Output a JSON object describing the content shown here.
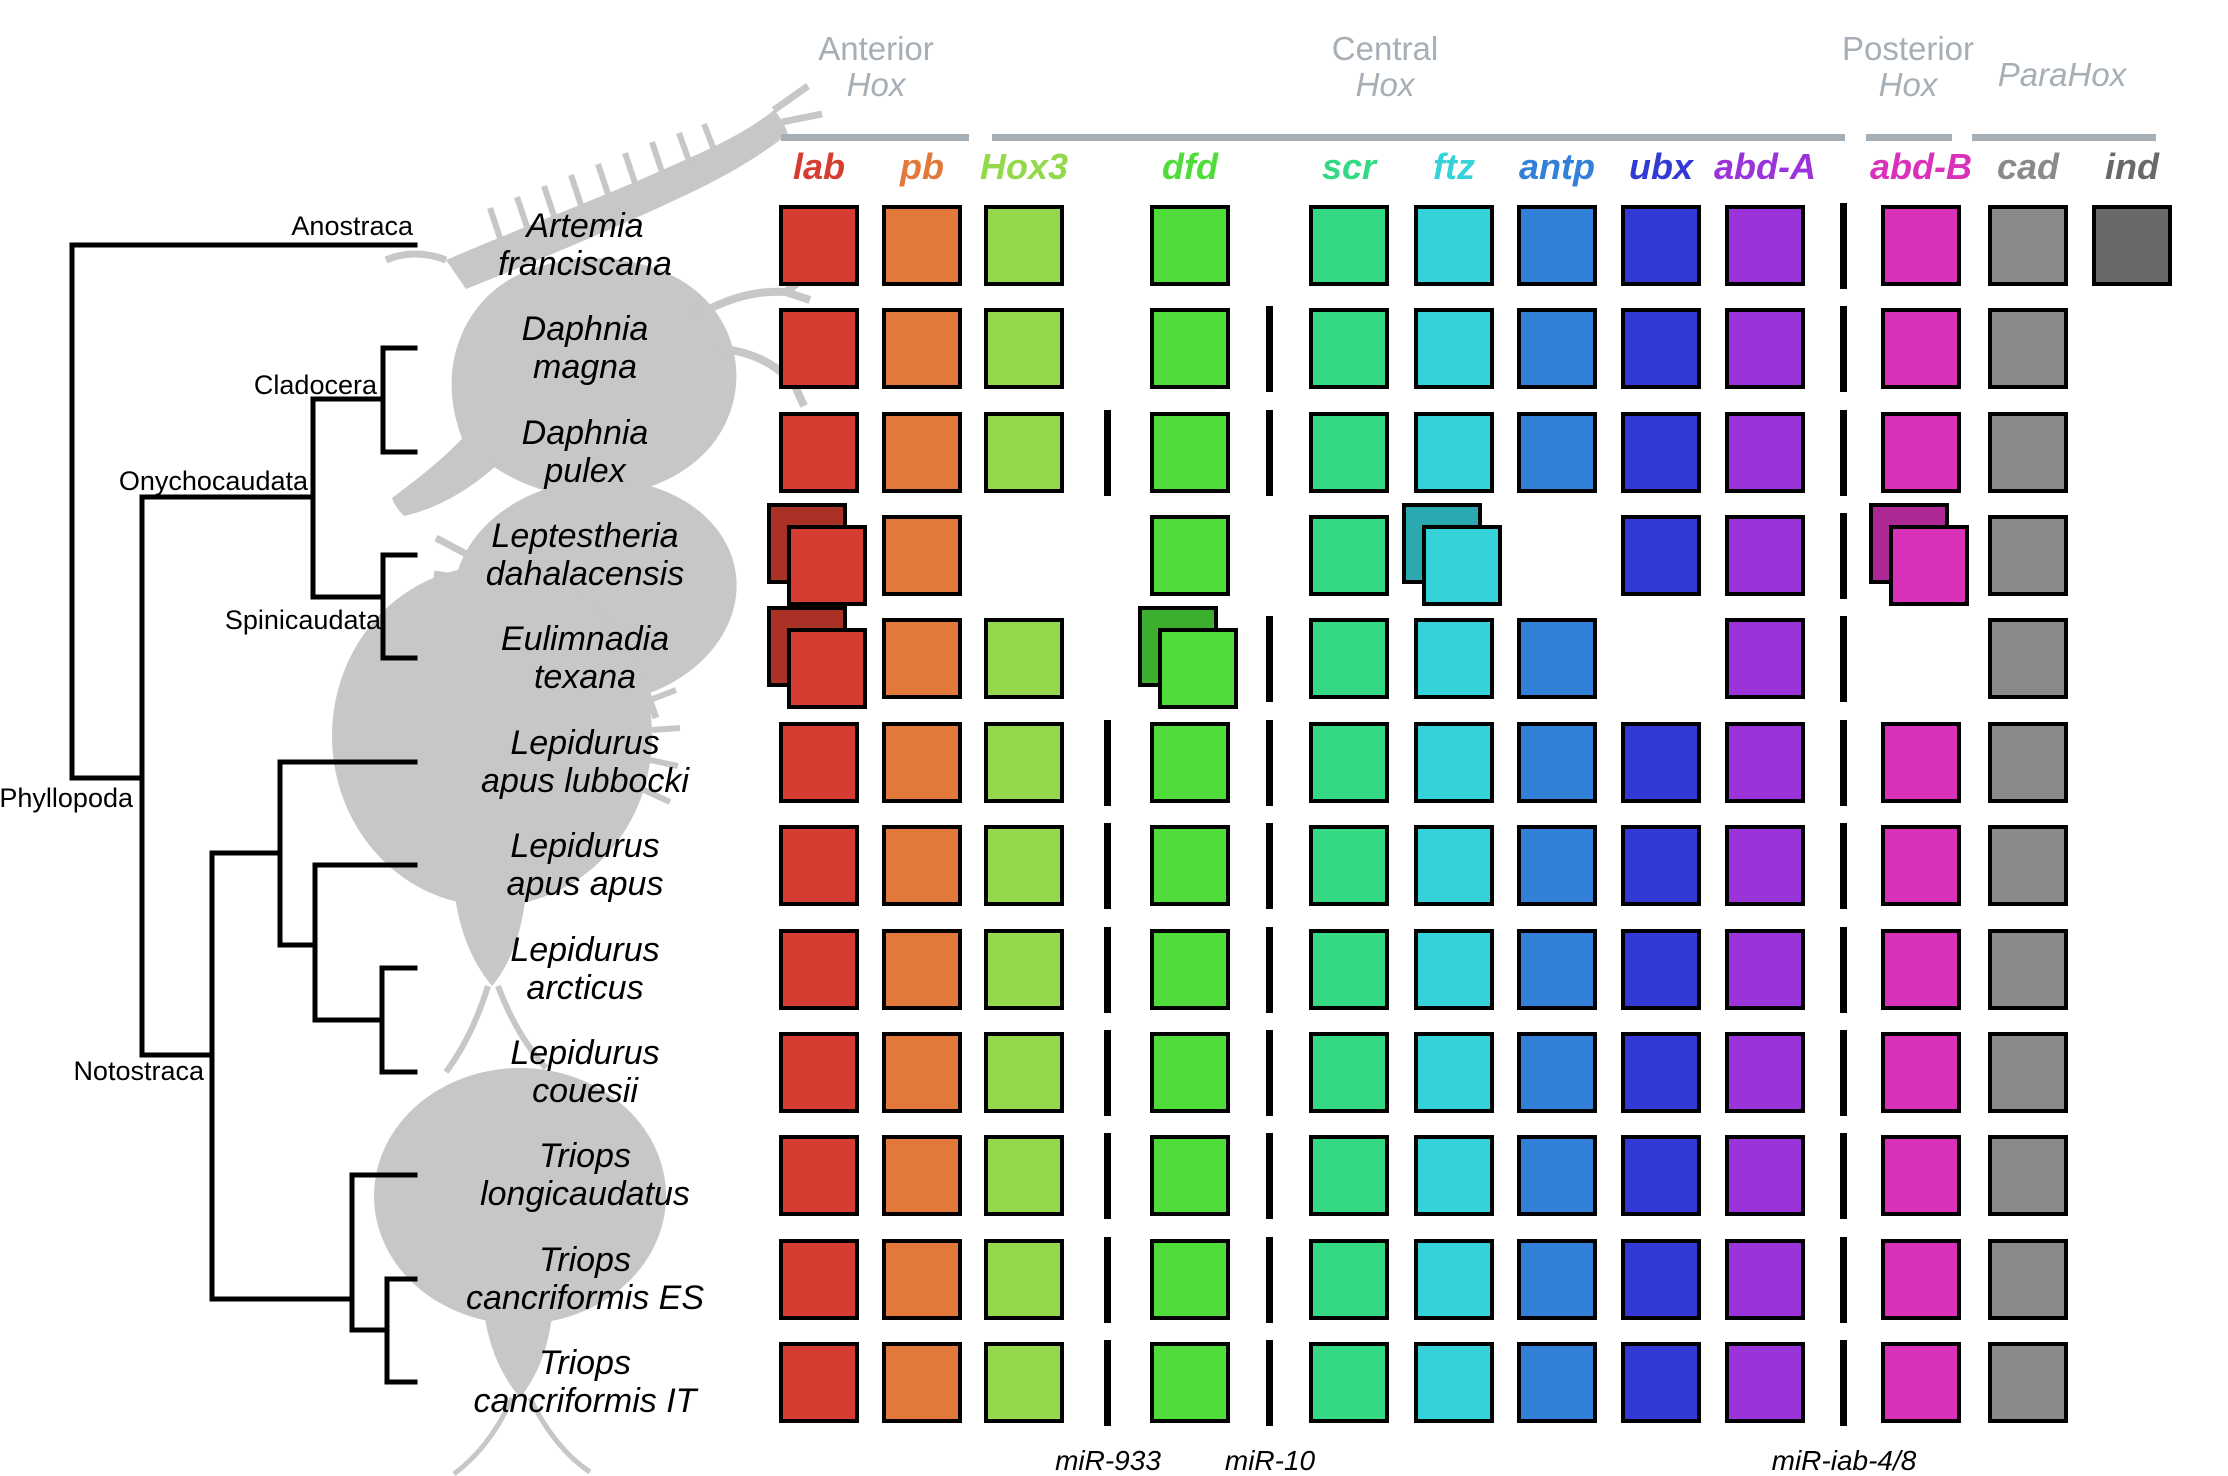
{
  "header": {
    "groups": [
      {
        "line1": "Anterior",
        "line2": "Hox"
      },
      {
        "line1": "Central",
        "line2": "Hox"
      },
      {
        "line1": "Posterior",
        "line2": "Hox"
      },
      {
        "line1": "",
        "line2": "ParaHox"
      }
    ]
  },
  "genes": [
    {
      "label": "lab",
      "color": "#d53c32",
      "color_dark": "#a93126"
    },
    {
      "label": "pb",
      "color": "#e2793a"
    },
    {
      "label": "Hox3",
      "color": "#94d84c"
    },
    {
      "label": "dfd",
      "color": "#4fdc3a",
      "color_dark": "#3caf2e"
    },
    {
      "label": "scr",
      "color": "#33d983"
    },
    {
      "label": "ftz",
      "color": "#36d2d9",
      "color_dark": "#2aa9b1"
    },
    {
      "label": "antp",
      "color": "#3380d9"
    },
    {
      "label": "ubx",
      "color": "#3339d4"
    },
    {
      "label": "abd-A",
      "color": "#9a34da"
    },
    {
      "label": "abd-B",
      "color": "#da31ba",
      "color_dark": "#ad2894"
    },
    {
      "label": "cad",
      "color": "#8a8a8a"
    },
    {
      "label": "ind",
      "color": "#696969"
    }
  ],
  "mirnas": [
    {
      "label": "miR-933"
    },
    {
      "label": "miR-10"
    },
    {
      "label": "miR-iab-4/8"
    }
  ],
  "clades": [
    {
      "label": "Anostraca"
    },
    {
      "label": "Cladocera"
    },
    {
      "label": "Onychocaudata"
    },
    {
      "label": "Spinicaudata"
    },
    {
      "label": "Phyllopoda"
    },
    {
      "label": "Notostraca"
    }
  ],
  "species": [
    {
      "name": "Artemia\nfranciscana",
      "genes": [
        "p",
        "p",
        "p",
        "p",
        "p",
        "p",
        "p",
        "p",
        "p",
        "p",
        "p",
        "p"
      ],
      "mirnas": [
        false,
        false,
        true
      ]
    },
    {
      "name": "Daphnia\nmagna",
      "genes": [
        "p",
        "p",
        "p",
        "p",
        "p",
        "p",
        "p",
        "p",
        "p",
        "p",
        "p",
        ""
      ],
      "mirnas": [
        false,
        true,
        true
      ]
    },
    {
      "name": "Daphnia\npulex",
      "genes": [
        "p",
        "p",
        "p",
        "p",
        "p",
        "p",
        "p",
        "p",
        "p",
        "p",
        "p",
        ""
      ],
      "mirnas": [
        true,
        true,
        true
      ]
    },
    {
      "name": "Leptestheria\ndahalacensis",
      "genes": [
        "d",
        "p",
        "",
        "p",
        "p",
        "d",
        "",
        "p",
        "p",
        "d",
        "p",
        ""
      ],
      "mirnas": [
        false,
        false,
        true
      ]
    },
    {
      "name": "Eulimnadia\ntexana",
      "genes": [
        "d",
        "p",
        "p",
        "d",
        "p",
        "p",
        "p",
        "",
        "p",
        "",
        "p",
        ""
      ],
      "mirnas": [
        false,
        true,
        true
      ]
    },
    {
      "name": "Lepidurus\napus lubbocki",
      "genes": [
        "p",
        "p",
        "p",
        "p",
        "p",
        "p",
        "p",
        "p",
        "p",
        "p",
        "p",
        ""
      ],
      "mirnas": [
        true,
        true,
        true
      ]
    },
    {
      "name": "Lepidurus\napus apus",
      "genes": [
        "p",
        "p",
        "p",
        "p",
        "p",
        "p",
        "p",
        "p",
        "p",
        "p",
        "p",
        ""
      ],
      "mirnas": [
        true,
        true,
        true
      ]
    },
    {
      "name": "Lepidurus\narcticus",
      "genes": [
        "p",
        "p",
        "p",
        "p",
        "p",
        "p",
        "p",
        "p",
        "p",
        "p",
        "p",
        ""
      ],
      "mirnas": [
        true,
        true,
        true
      ]
    },
    {
      "name": "Lepidurus\ncouesii",
      "genes": [
        "p",
        "p",
        "p",
        "p",
        "p",
        "p",
        "p",
        "p",
        "p",
        "p",
        "p",
        ""
      ],
      "mirnas": [
        true,
        true,
        true
      ]
    },
    {
      "name": "Triops\nlongicaudatus",
      "genes": [
        "p",
        "p",
        "p",
        "p",
        "p",
        "p",
        "p",
        "p",
        "p",
        "p",
        "p",
        ""
      ],
      "mirnas": [
        true,
        true,
        true
      ]
    },
    {
      "name": "Triops\ncancriformis ES",
      "genes": [
        "p",
        "p",
        "p",
        "p",
        "p",
        "p",
        "p",
        "p",
        "p",
        "p",
        "p",
        ""
      ],
      "mirnas": [
        true,
        true,
        true
      ]
    },
    {
      "name": "Triops\ncancriformis IT",
      "genes": [
        "p",
        "p",
        "p",
        "p",
        "p",
        "p",
        "p",
        "p",
        "p",
        "p",
        "p",
        ""
      ],
      "mirnas": [
        true,
        true,
        true
      ]
    }
  ],
  "palette": {
    "tree_line": "#000000",
    "silhouette": "#c7c7c7",
    "header_gray": "#a6aeb6"
  }
}
